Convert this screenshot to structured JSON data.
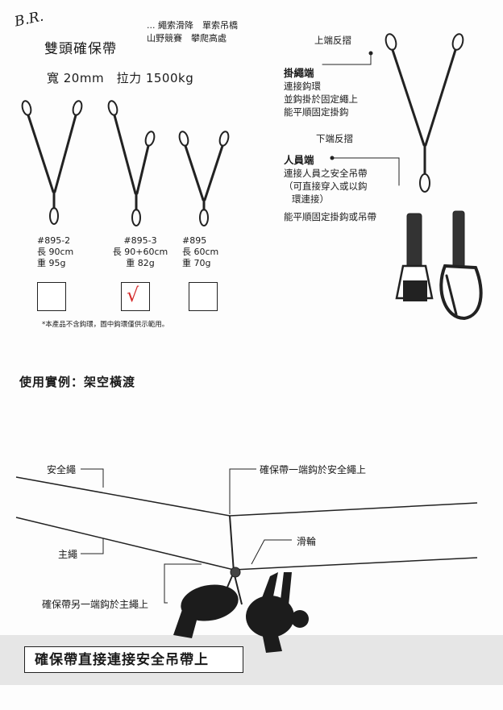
{
  "header": {
    "logo": "B.R.",
    "tags_line1": "... 繩索滑降　單索吊橋",
    "tags_line2": "山野競賽　攀爬高處",
    "title": "雙頭確保帶",
    "spec": "寬 20mm　拉力 1500kg"
  },
  "models": [
    {
      "code": "#895-2",
      "length": "長 90cm",
      "weight": "重 95g",
      "checked": false
    },
    {
      "code": "#895-3",
      "length": "長 90+60cm",
      "weight": "重 82g",
      "checked": true
    },
    {
      "code": "#895",
      "length": "長 60cm",
      "weight": "重 70g",
      "checked": false
    }
  ],
  "check_mark": "√",
  "note": "*本產品不含鈎環，圖中鈎環僅供示範用。",
  "right_panel": {
    "top_fold": "上端反摺",
    "hang_end_title": "掛繩端",
    "hang_end_line1": "連接鈎環",
    "hang_end_line2": "並鈎掛於固定繩上",
    "hang_end_line3": "能平順固定掛鈎",
    "bottom_fold": "下端反摺",
    "person_end_title": "人員端",
    "person_end_line1": "連接人員之安全吊帶",
    "person_end_line2": "（可直接穿入或以鈎",
    "person_end_line3": "環連接）",
    "person_end_line4": "能平順固定掛鈎或吊帶"
  },
  "usage": {
    "section_title": "使用實例：架空橫渡",
    "label_safety_rope": "安全繩",
    "label_hook_to_safety": "確保帶一端鈎於安全繩上",
    "label_pulley": "滑輪",
    "label_main_rope": "主繩",
    "label_hook_to_main": "確保帶另一端鈎於主繩上",
    "caption": "確保帶直接連接安全吊帶上"
  }
}
